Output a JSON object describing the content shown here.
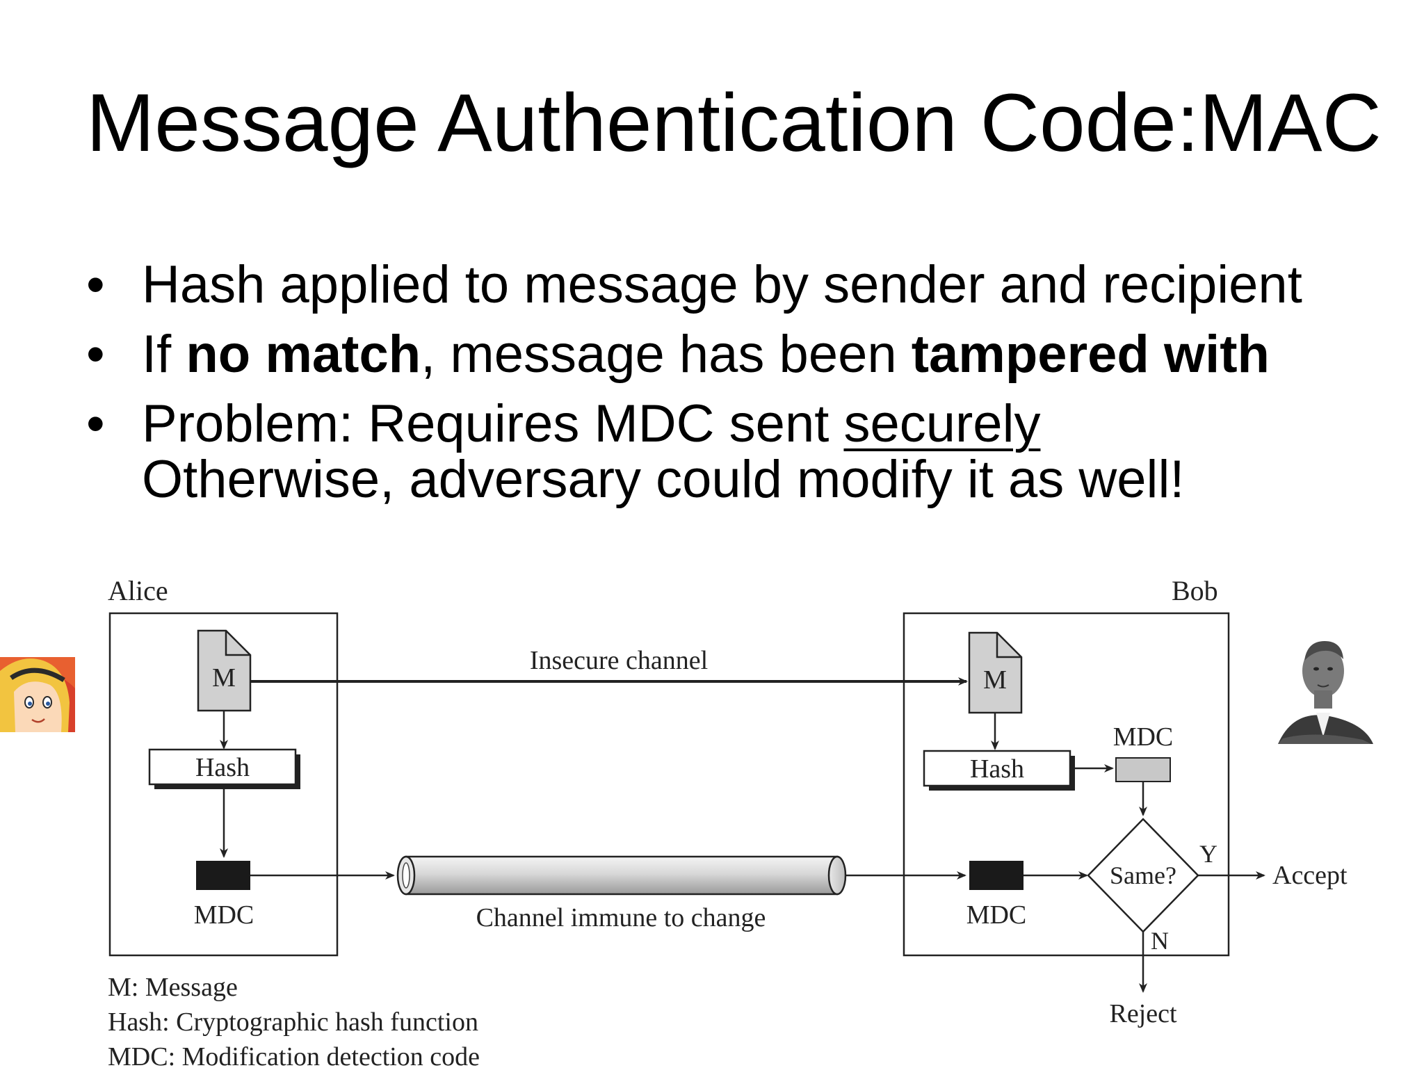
{
  "slide": {
    "title": "Message Authentication Code:MAC",
    "bullets": [
      {
        "parts": [
          {
            "text": "Hash applied to message by sender and recipient",
            "style": "normal"
          }
        ]
      },
      {
        "parts": [
          {
            "text": "If ",
            "style": "normal"
          },
          {
            "text": "no match",
            "style": "bold"
          },
          {
            "text": ", message has been ",
            "style": "normal"
          },
          {
            "text": "tampered with",
            "style": "bold"
          }
        ]
      },
      {
        "parts": [
          {
            "text": "Problem: Requires MDC sent ",
            "style": "normal"
          },
          {
            "text": "securely",
            "style": "underline"
          }
        ]
      }
    ],
    "continuation": "Otherwise, adversary could modify it as well!",
    "bullet_symbol": "•"
  },
  "diagram": {
    "alice_label": "Alice",
    "bob_label": "Bob",
    "alice_message": "M",
    "bob_message": "M",
    "alice_hash": "Hash",
    "bob_hash": "Hash",
    "alice_mdc": "MDC",
    "bob_mdc_bottom": "MDC",
    "bob_mdc_top": "MDC",
    "insecure_channel": "Insecure channel",
    "secure_channel": "Channel immune to change",
    "same_label": "Same?",
    "yes_label": "Y",
    "no_label": "N",
    "accept_label": "Accept",
    "reject_label": "Reject",
    "legend": [
      "M: Message",
      "Hash: Cryptographic hash function",
      "MDC: Modification detection code"
    ],
    "colors": {
      "document_fill": "#d0d0d0",
      "mdc_dark": "#1a1a1a",
      "mdc_light": "#c8c8c8",
      "line": "#222222",
      "alice_hair": "#f2c440",
      "alice_bg": "#d8402a"
    },
    "icons": {
      "alice": "alice-cartoon-icon",
      "bob": "bob-portrait-icon"
    }
  }
}
